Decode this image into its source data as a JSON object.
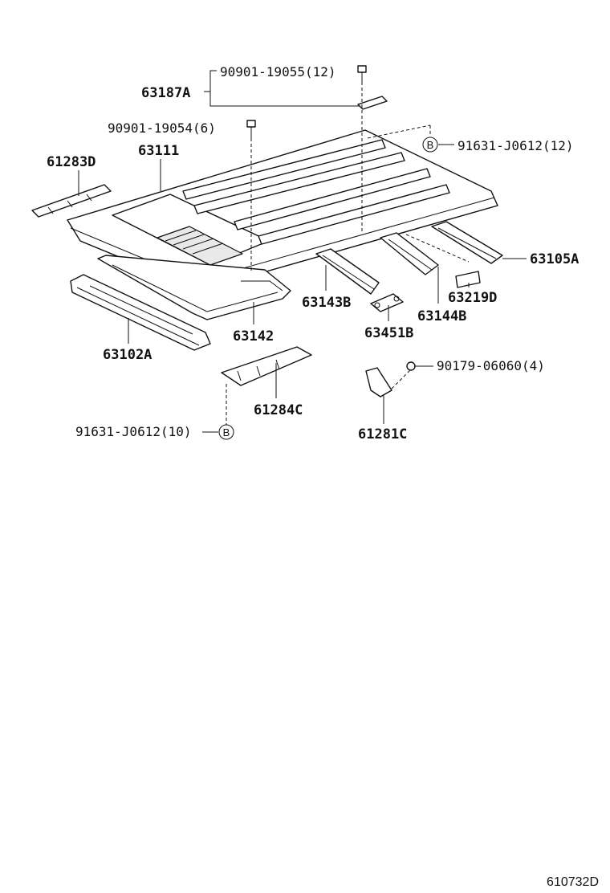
{
  "parts": {
    "p63187A": "63187A",
    "p90901_19055": "90901-19055(12)",
    "p90901_19054": "90901-19054(6)",
    "p63111": "63111",
    "p61283D": "61283D",
    "p91631_J0612_12": "91631-J0612(12)",
    "p63105A": "63105A",
    "p63219D": "63219D",
    "p63143B": "63143B",
    "p63144B": "63144B",
    "p63451B": "63451B",
    "p63142": "63142",
    "p63102A": "63102A",
    "p90179_06060": "90179-06060(4)",
    "p61284C": "61284C",
    "p91631_J0612_10": "91631-J0612(10)",
    "p61281C": "61281C"
  },
  "markers": {
    "b_top": "B",
    "b_bottom": "B"
  },
  "footer": {
    "diagram_code": "610732D"
  }
}
